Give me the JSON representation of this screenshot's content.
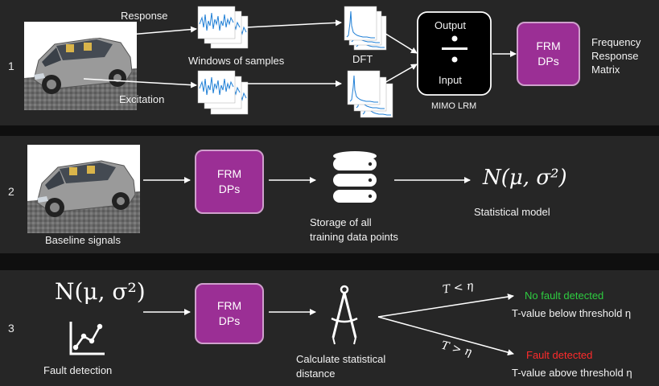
{
  "rows": [
    {
      "number": "1",
      "labels": {
        "response": "Response",
        "excitation": "Excitation",
        "windows": "Windows of samples",
        "dft": "DFT",
        "mimo": "MIMO LRM",
        "output": "Output",
        "input": "Input",
        "frm_line1": "FRM",
        "frm_line2": "DPs",
        "result_line1": "Frequency",
        "result_line2": "Response",
        "result_line3": "Matrix"
      }
    },
    {
      "number": "2",
      "labels": {
        "baseline": "Baseline signals",
        "frm_line1": "FRM",
        "frm_line2": "DPs",
        "storage_line1": "Storage of all",
        "storage_line2": "training data points",
        "model_formula": "N(μ, σ²)",
        "model_caption": "Statistical model"
      }
    },
    {
      "number": "3",
      "labels": {
        "formula": "N(μ, σ²)",
        "fault_detection": "Fault detection",
        "frm_line1": "FRM",
        "frm_line2": "DPs",
        "calc_line1": "Calculate statistical",
        "calc_line2": "distance",
        "cond_low": "T < η",
        "cond_high": "T > η",
        "no_fault": "No fault detected",
        "below": "T-value below threshold η",
        "fault": "Fault detected",
        "above": "T-value above threshold η"
      }
    }
  ],
  "colors": {
    "background": "#262626",
    "separator": "#0f0f0f",
    "frm_box": "#9b2f95",
    "no_fault": "#2ecc40",
    "fault": "#ff2b2b",
    "signal": "#1f7fd6"
  },
  "icons": [
    "car-image",
    "database-icon",
    "compass-icon",
    "line-chart-icon",
    "divide-icon"
  ]
}
